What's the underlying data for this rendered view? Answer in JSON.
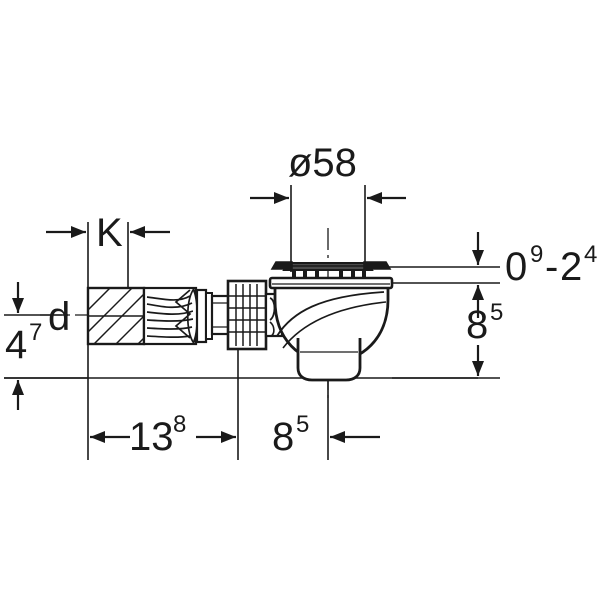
{
  "drawing": {
    "title": "Shower drain trap technical dimension drawing",
    "type": "engineering-section-drawing",
    "line_color": "#1a1a1a",
    "fill_color": "#ffffff",
    "background": "#ffffff"
  },
  "dimensions": {
    "diameter_top": {
      "label": "ø58",
      "value": "58",
      "prefix": "ø",
      "orientation": "horizontal",
      "position": "top-center"
    },
    "height_flange": {
      "label": "0-2",
      "base": "0",
      "sup1": "9",
      "sep": "-",
      "base2": "2",
      "sup2": "4",
      "orientation": "vertical",
      "position": "right-upper"
    },
    "height_body": {
      "label": "8",
      "base": "8",
      "sup": "5",
      "orientation": "vertical",
      "position": "right-lower"
    },
    "length_inlet": {
      "label": "13",
      "base": "13",
      "sup": "8",
      "orientation": "horizontal",
      "position": "bottom-left"
    },
    "offset_outlet": {
      "label": "8",
      "base": "8",
      "sup": "5",
      "orientation": "horizontal",
      "position": "bottom-center"
    },
    "height_pipe": {
      "label": "4",
      "base": "4",
      "sup": "7",
      "orientation": "vertical",
      "position": "left"
    },
    "key_width": {
      "label": "K",
      "orientation": "horizontal",
      "position": "top-left"
    },
    "pipe_diameter": {
      "label": "d",
      "orientation": "leader",
      "position": "left-center"
    }
  },
  "labels": {
    "diameter": "ø58",
    "flange_base": "0",
    "flange_sup": "9",
    "flange_dash": "-",
    "flange_base2": "2",
    "flange_sup2": "4",
    "body_base": "8",
    "body_sup": "5",
    "inlet_base": "13",
    "inlet_sup": "8",
    "outlet_base": "8",
    "outlet_sup": "5",
    "pipe_base": "4",
    "pipe_sup": "7",
    "key": "K",
    "d": "d"
  }
}
